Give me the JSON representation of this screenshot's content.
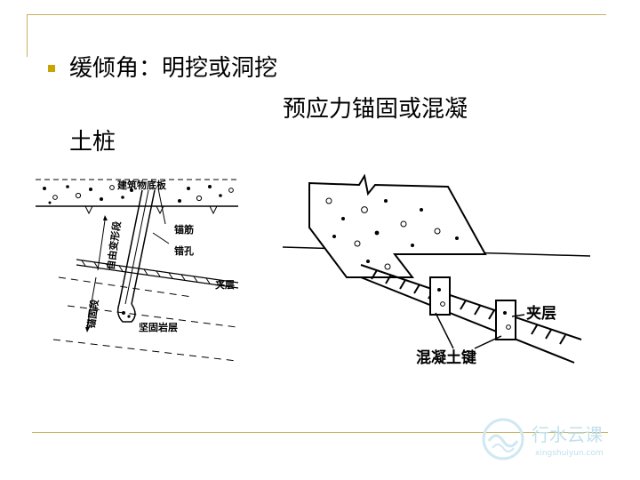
{
  "slide": {
    "line1": "缓倾角：明挖或洞挖",
    "line2": "预应力锚固或混凝",
    "line3": "土桩"
  },
  "left_figure": {
    "label_plate": "建筑物底板",
    "label_free_section": "自由变形段",
    "label_rebar": "锚筋",
    "label_hole": "错孔",
    "label_interlayer": "夹层",
    "label_anchor_section": "锚固段",
    "label_bedrock": "坚固岩层"
  },
  "right_figure": {
    "label_interlayer": "夹层",
    "label_concrete_key": "混凝土键"
  },
  "logo": {
    "cn": "行水云课",
    "en": "xingshuiyun.com"
  }
}
